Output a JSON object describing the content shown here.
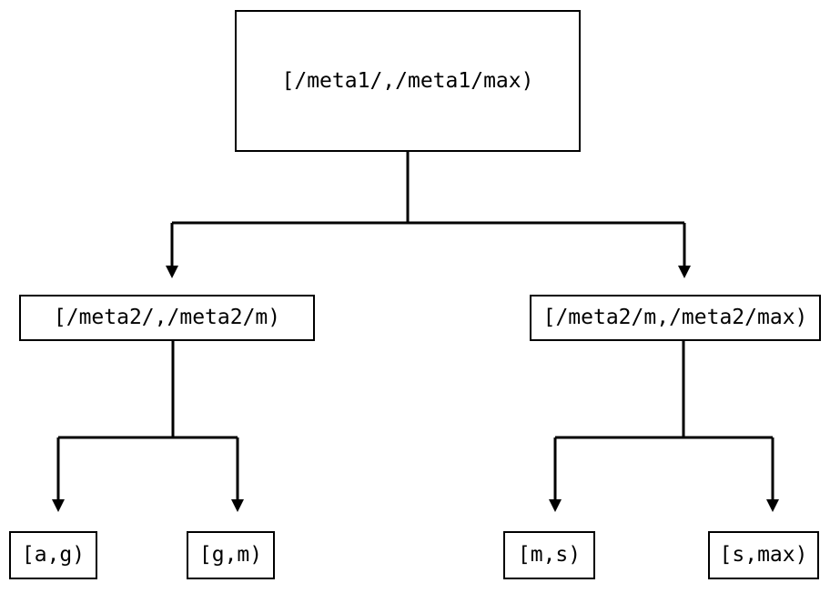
{
  "diagram": {
    "type": "tree",
    "orientation": "top-down",
    "background_color": "#ffffff",
    "line_color": "#000000",
    "text_color": "#000000",
    "nodes": {
      "root": {
        "label": "[/meta1/,/meta1/max)"
      },
      "mid_left": {
        "label": "[/meta2/,/meta2/m)"
      },
      "mid_right": {
        "label": "[/meta2/m,/meta2/max)"
      },
      "leaf_ag": {
        "label": "[a,g)"
      },
      "leaf_gm": {
        "label": "[g,m)"
      },
      "leaf_ms": {
        "label": "[m,s)"
      },
      "leaf_smax": {
        "label": "[s,max)"
      }
    },
    "edges": [
      {
        "from": "root",
        "to": "mid_left",
        "arrowhead": "triangle-down"
      },
      {
        "from": "root",
        "to": "mid_right",
        "arrowhead": "triangle-down"
      },
      {
        "from": "mid_left",
        "to": "leaf_ag",
        "arrowhead": "triangle-down"
      },
      {
        "from": "mid_left",
        "to": "leaf_gm",
        "arrowhead": "triangle-down"
      },
      {
        "from": "mid_right",
        "to": "leaf_ms",
        "arrowhead": "triangle-down"
      },
      {
        "from": "mid_right",
        "to": "leaf_smax",
        "arrowhead": "triangle-down"
      }
    ]
  }
}
